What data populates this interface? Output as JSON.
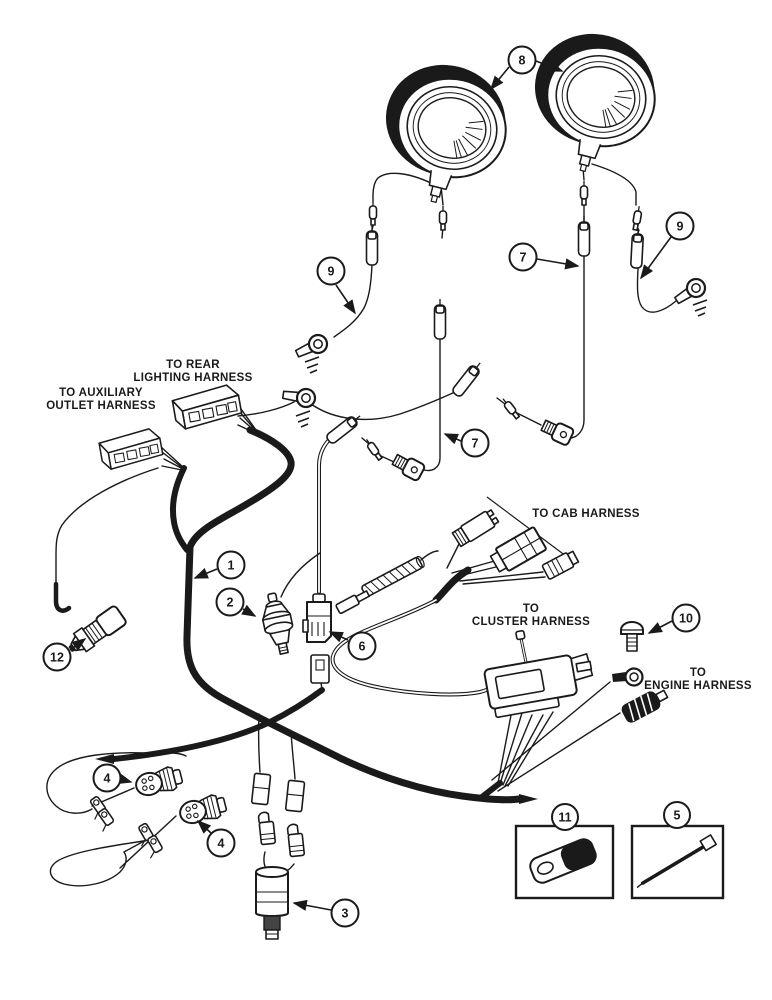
{
  "page": {
    "background": "#ffffff",
    "ink": "#1a1a1a",
    "type": "parts-catalog-wiring-harness-diagram"
  },
  "diagram": {
    "labels": {
      "rear": {
        "l1": "TO REAR",
        "l2": "LIGHTING HARNESS"
      },
      "aux": {
        "l1": "TO AUXILIARY",
        "l2": "OUTLET HARNESS"
      },
      "cab": {
        "l1": "TO CAB HARNESS"
      },
      "cluster": {
        "l1": "TO",
        "l2": "CLUSTER HARNESS"
      },
      "engine": {
        "l1": "TO",
        "l2": "ENGINE HARNESS"
      }
    },
    "callouts": {
      "n1": "1",
      "n2": "2",
      "n3": "3",
      "n4": "4",
      "n5": "5",
      "n6": "6",
      "n7": "7",
      "n8": "8",
      "n9": "9",
      "n10": "10",
      "n11": "11",
      "n12": "12"
    }
  }
}
